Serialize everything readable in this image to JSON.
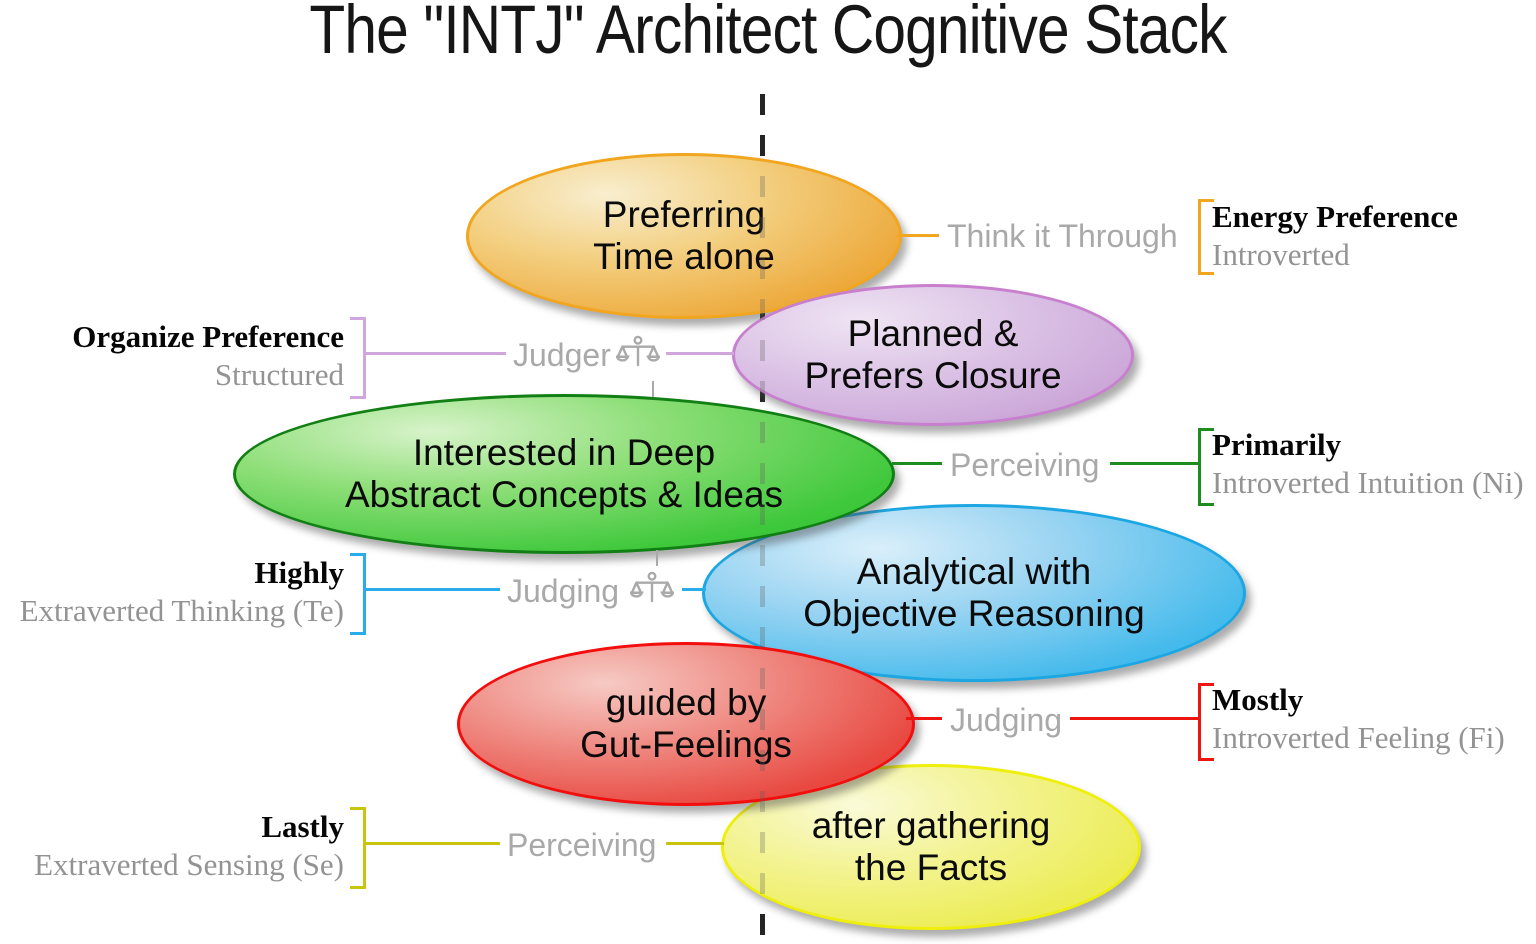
{
  "title": "The \"INTJ\" Architect Cognitive Stack",
  "ellipses": [
    {
      "id": "energy",
      "line1": "Preferring",
      "line2": "Time alone",
      "color": "#f2a51e"
    },
    {
      "id": "organize",
      "line1": "Planned &",
      "line2": "Prefers Closure",
      "color": "#c77fce"
    },
    {
      "id": "ni",
      "line1": "Interested in Deep",
      "line2": "Abstract Concepts & Ideas",
      "color": "#117f13"
    },
    {
      "id": "te",
      "line1": "Analytical with",
      "line2": "Objective Reasoning",
      "color": "#1ca7e3"
    },
    {
      "id": "fi",
      "line1": "guided by",
      "line2": "Gut-Feelings",
      "color": "#f30e0e"
    },
    {
      "id": "se",
      "line1": "after gathering",
      "line2": "the Facts",
      "color": "#efef0c"
    }
  ],
  "annotations": [
    {
      "side": "right",
      "process": "Think it Through",
      "icon": null,
      "title": "Energy Preference",
      "subtitle": "Introverted",
      "accent": "#f2a51e"
    },
    {
      "side": "left",
      "process": "Judger",
      "icon": "scales-icon",
      "title": "Organize Preference",
      "subtitle": "Structured",
      "accent": "#d0a6dc"
    },
    {
      "side": "right",
      "process": "Perceiving",
      "icon": null,
      "title": "Primarily",
      "subtitle": "Introverted Intuition (Ni)",
      "accent": "#1e8c1e"
    },
    {
      "side": "left",
      "process": "Judging",
      "icon": "scales-icon",
      "title": "Highly",
      "subtitle": "Extraverted Thinking (Te)",
      "accent": "#29ace9"
    },
    {
      "side": "right",
      "process": "Judging",
      "icon": null,
      "title": "Mostly",
      "subtitle": "Introverted Feeling (Fi)",
      "accent": "#ee1511"
    },
    {
      "side": "left",
      "process": "Perceiving",
      "icon": null,
      "title": "Lastly",
      "subtitle": "Extraverted Sensing (Se)",
      "accent": "#c9c50e"
    }
  ],
  "divider": {
    "style": "dashed-vertical",
    "color": "#101010"
  },
  "text_colors": {
    "process_gray": "#a9a9a9",
    "subtitle_gray": "#939393",
    "title_black": "#060606"
  }
}
